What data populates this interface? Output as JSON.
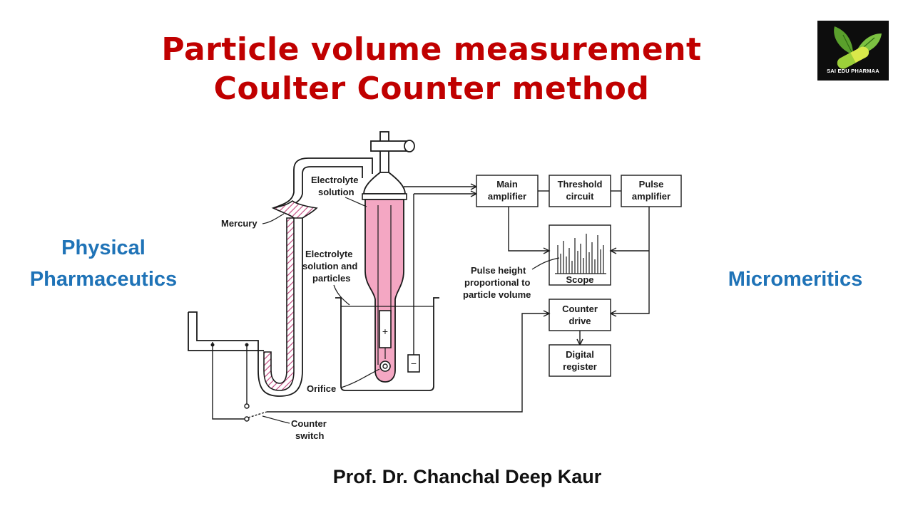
{
  "slide": {
    "title_line1": "Particle volume measurement",
    "title_line2": "Coulter Counter method",
    "left_label_line1": "Physical",
    "left_label_line2": "Pharmaceutics",
    "right_label": "Micromeritics",
    "author": "Prof. Dr. Chanchal Deep Kaur"
  },
  "logo": {
    "text": "SAI EDU PHARMAA"
  },
  "diagram": {
    "labels": {
      "electrolyte_solution_1": "Electrolyte",
      "electrolyte_solution_2": "solution",
      "mercury": "Mercury",
      "electrolyte_particles_1": "Electrolyte",
      "electrolyte_particles_2": "solution and",
      "electrolyte_particles_3": "particles",
      "orifice": "Orifice",
      "counter_switch_1": "Counter",
      "counter_switch_2": "switch",
      "pulse_height_1": "Pulse height",
      "pulse_height_2": "proportional to",
      "pulse_height_3": "particle volume",
      "plus": "+",
      "minus": "−"
    },
    "blocks": {
      "main_amplifier_1": "Main",
      "main_amplifier_2": "amplifier",
      "threshold_circuit_1": "Threshold",
      "threshold_circuit_2": "circuit",
      "pulse_amplifier_1": "Pulse",
      "pulse_amplifier_2": "amplifier",
      "scope": "Scope",
      "counter_drive_1": "Counter",
      "counter_drive_2": "drive",
      "digital_register_1": "Digital",
      "digital_register_2": "register"
    },
    "colors": {
      "fluid": "#f4a7c3",
      "mercury_hatch": "#c0407a",
      "line": "#1a1a1a"
    }
  }
}
